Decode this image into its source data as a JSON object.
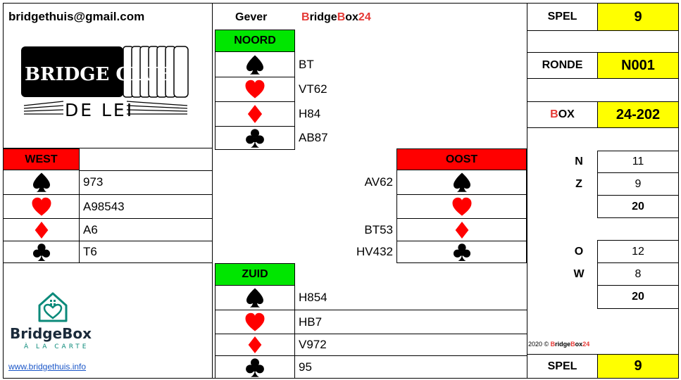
{
  "header": {
    "email": "bridgethuis@gmail.com",
    "gever_label": "Gever",
    "brand_part1": "B",
    "brand_part2": "ridge",
    "brand_part3": "B",
    "brand_part4": "ox",
    "brand_part5": "24"
  },
  "club_logo": {
    "line1": "BRIDGE CLUB",
    "line2": "DE LEI"
  },
  "bridgebox_logo": {
    "name": "BridgeBox",
    "tagline": "À LA CARTE"
  },
  "website": "www.bridgethuis.info",
  "hands": {
    "noord": {
      "label": "NOORD",
      "spades": "BT",
      "hearts": "VT62",
      "diamonds": "H84",
      "clubs": "AB87"
    },
    "west": {
      "label": "WEST",
      "spades": "973",
      "hearts": "A98543",
      "diamonds": "A6",
      "clubs": "T6"
    },
    "oost": {
      "label": "OOST",
      "spades": "AV62",
      "hearts": "",
      "diamonds": "BT53",
      "clubs": "HV432"
    },
    "zuid": {
      "label": "ZUID",
      "spades": "H854",
      "hearts": "HB7",
      "diamonds": "V972",
      "clubs": "95"
    }
  },
  "info": {
    "spel_label": "SPEL",
    "spel_value": "9",
    "ronde_label": "RONDE",
    "ronde_value": "N001",
    "box_label_b": "B",
    "box_label_rest": "OX",
    "box_value": "24-202"
  },
  "points": {
    "ns": [
      {
        "label": "N",
        "value": "11"
      },
      {
        "label": "Z",
        "value": "9"
      }
    ],
    "ns_total": "20",
    "ow": [
      {
        "label": "O",
        "value": "12"
      },
      {
        "label": "W",
        "value": "8"
      }
    ],
    "ow_total": "20"
  },
  "copyright": {
    "prefix": "2020 © ",
    "b1": "B",
    "ridge": "ridge",
    "b2": "B",
    "ox": "ox",
    "n24": "24"
  },
  "colors": {
    "green": "#00e600",
    "red": "#ff0000",
    "yellow": "#ffff00",
    "brand_red": "#e53935"
  },
  "icons": [
    "spade-icon",
    "heart-icon",
    "diamond-icon",
    "club-icon",
    "house-heart-icon"
  ]
}
